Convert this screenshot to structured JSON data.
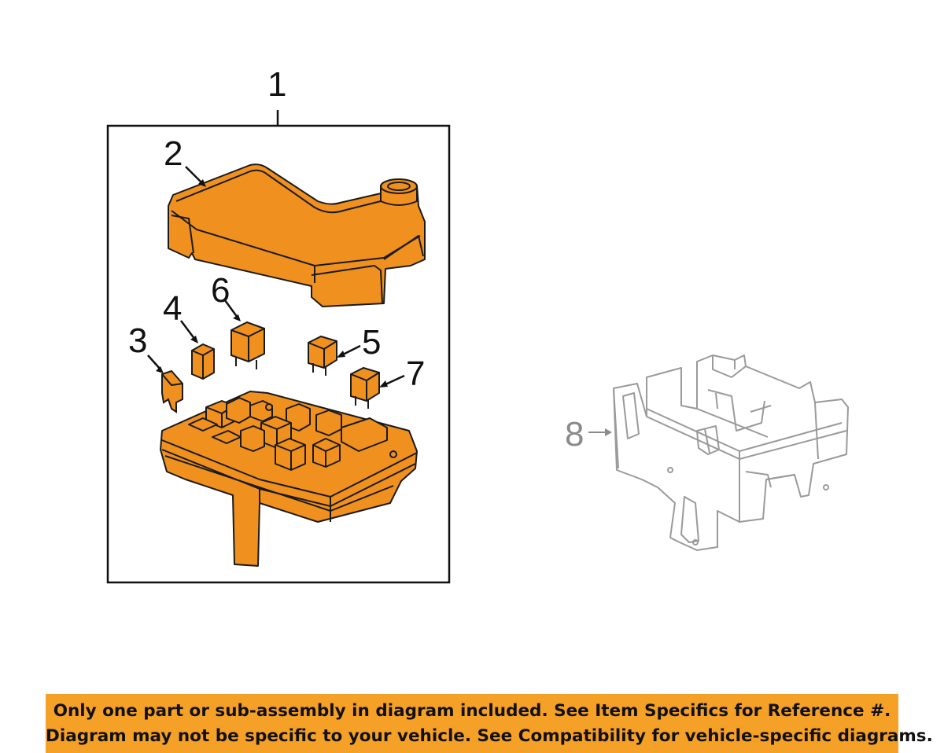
{
  "colors": {
    "part_fill": "#f0901e",
    "part_stroke": "#1a1a1a",
    "tray_stroke": "#9a9a9a",
    "banner_background": "#f5a027",
    "box_border": "#111111"
  },
  "callouts": {
    "c1": "1",
    "c2": "2",
    "c3": "3",
    "c4": "4",
    "c5": "5",
    "c6": "6",
    "c7": "7",
    "c8": "8"
  },
  "banner": {
    "line1": "Only one part or sub-assembly in diagram included. See Item Specifics for Reference #.",
    "line2": "Diagram may not be specific to your vehicle. See Compatibility for vehicle-specific diagrams."
  }
}
